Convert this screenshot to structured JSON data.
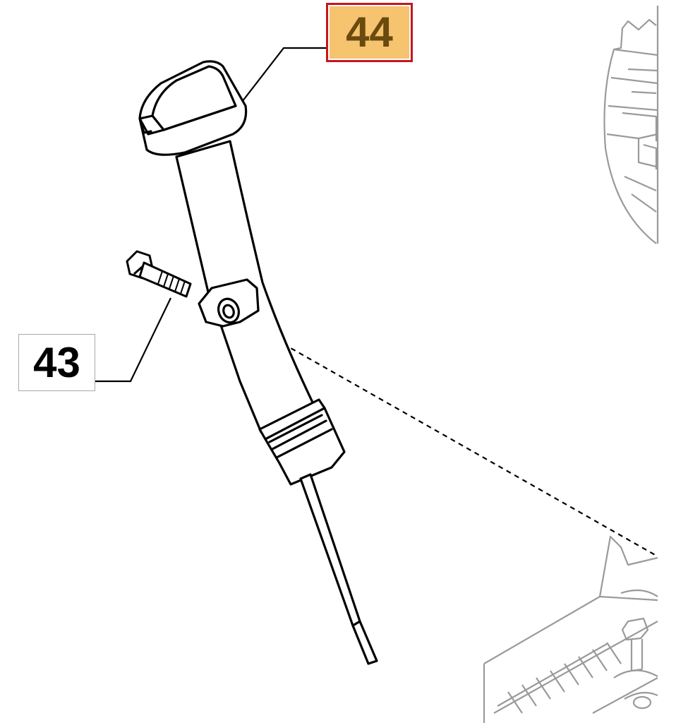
{
  "diagram": {
    "callouts": [
      {
        "id": "44",
        "label": "44",
        "highlighted": true
      },
      {
        "id": "43",
        "label": "43",
        "highlighted": false
      }
    ],
    "parts": {
      "dipstick": "44",
      "bolt": "43"
    }
  },
  "colors": {
    "highlight_fill": "#f6c36e",
    "highlight_border": "#c8141e",
    "highlight_text": "#6b4a10",
    "label_text": "#000000",
    "plain_border": "#a9a9a9",
    "line_art": "#000000",
    "ghost_art": "#9a9a9a"
  }
}
